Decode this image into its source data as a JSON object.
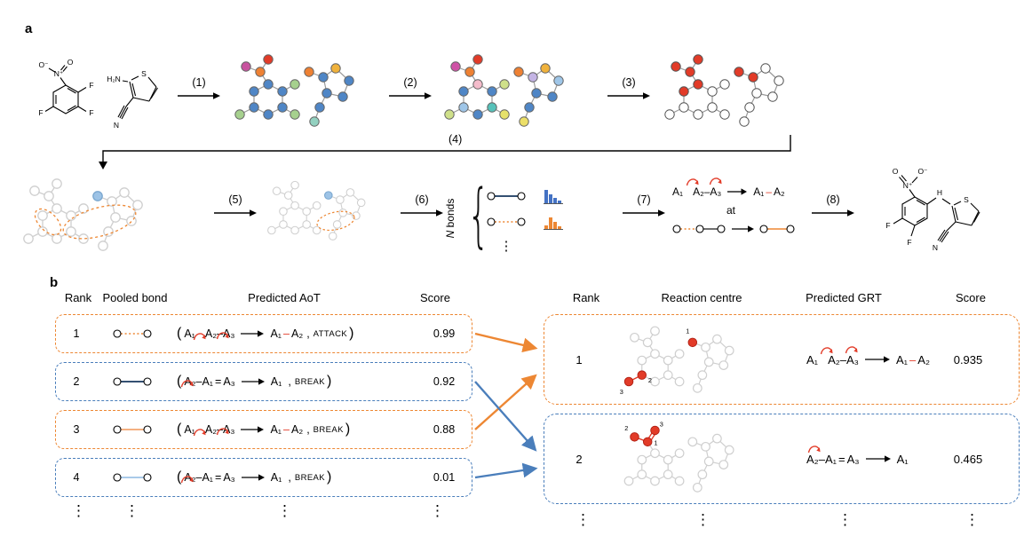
{
  "panel_a": {
    "label": "a",
    "steps": [
      "(1)",
      "(2)",
      "(3)",
      "(4)",
      "(5)",
      "(6)",
      "(7)",
      "(8)"
    ],
    "reactant1": {
      "o": "O",
      "o_minus": "O⁻",
      "n_plus": "N⁺",
      "f1": "F",
      "f2": "F",
      "f3": "F"
    },
    "reactant2": {
      "s": "S",
      "h2n": "H₂N",
      "n": "N"
    },
    "n_bonds_italic": "N",
    "n_bonds_rest": " bonds",
    "brace": "{",
    "ellipsis": "⋮",
    "template": {
      "a1": "A₁",
      "a2a3": "A₂–A₃",
      "p_left": "A₁",
      "p_bond": "–",
      "p_right": "A₂",
      "at": "at"
    },
    "product": {
      "o": "O",
      "o_minus": "O⁻",
      "n_plus": "N⁺",
      "h": "H",
      "s": "S",
      "f1": "F",
      "f2": "F",
      "n": "N"
    }
  },
  "panel_b": {
    "label": "b",
    "punct": {
      "open": "(",
      "close": ")",
      "comma": ","
    },
    "ellipsis": "⋮",
    "left_table": {
      "headers": {
        "rank": "Rank",
        "bond": "Pooled bond",
        "aot": "Predicted AoT",
        "score": "Score"
      },
      "rows": [
        {
          "rank": "1",
          "a1": "A₁",
          "a2a3": "A₂–A₃",
          "p_left": "A₁",
          "p_bond": "–",
          "p_right": "A₂",
          "label": "ATTACK",
          "score": "0.99"
        },
        {
          "rank": "2",
          "lhs": "A₂–A₁",
          "eq": "=",
          "a3": "A₃",
          "rhs": "A₁",
          "label": "BREAK",
          "score": "0.92"
        },
        {
          "rank": "3",
          "a1": "A₁",
          "a2a3": "A₂–A₃",
          "p_left": "A₁",
          "p_bond": "–",
          "p_right": "A₂",
          "label": "BREAK",
          "score": "0.88"
        },
        {
          "rank": "4",
          "lhs": "A₂–A₁",
          "eq": "=",
          "a3": "A₃",
          "rhs": "A₁",
          "label": "BREAK",
          "score": "0.01"
        }
      ]
    },
    "right_table": {
      "headers": {
        "rank": "Rank",
        "centre": "Reaction centre",
        "grt": "Predicted GRT",
        "score": "Score"
      },
      "rows": [
        {
          "rank": "1",
          "atom_labels": [
            "3",
            "2",
            "1"
          ],
          "a1": "A₁",
          "a2a3": "A₂–A₃",
          "p_left": "A₁",
          "p_bond": "–",
          "p_right": "A₂",
          "score": "0.935"
        },
        {
          "rank": "2",
          "atom_labels": [
            "2",
            "1",
            "3"
          ],
          "lhs": "A₂–A₁",
          "eq": "=",
          "a3": "A₃",
          "rhs": "A₁",
          "score": "0.465"
        }
      ]
    }
  }
}
